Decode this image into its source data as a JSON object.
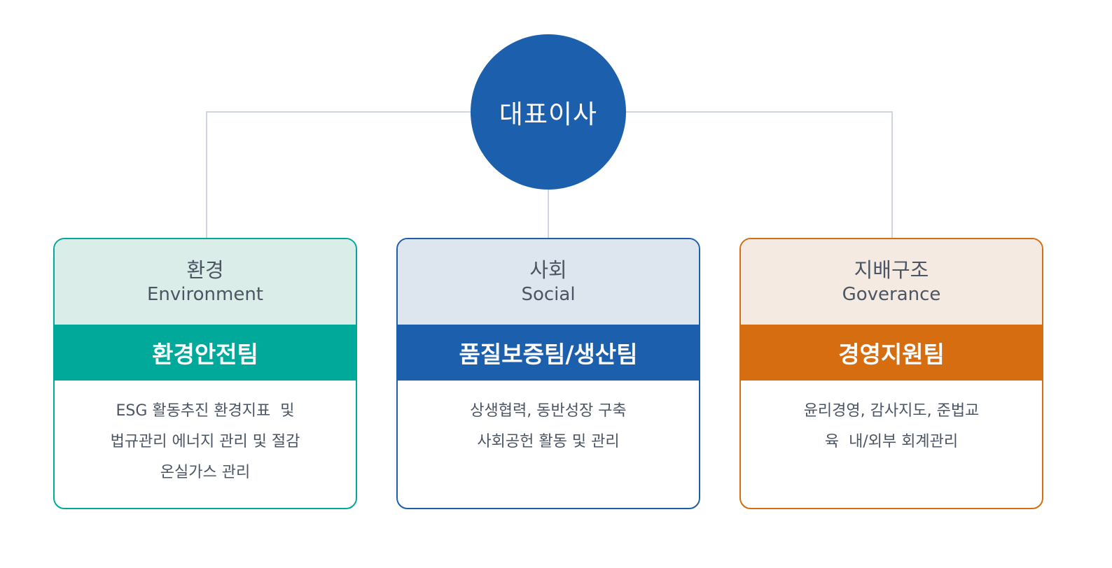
{
  "ceo": {
    "label": "대표이사"
  },
  "colors": {
    "ceo": "#1c5fad",
    "connector": "#cfd4de",
    "environment": "#00a99a",
    "environment_tint": "#dbede9",
    "social": "#1c5fad",
    "social_tint": "#dde6ef",
    "governance": "#d66d10",
    "governance_tint": "#f4eae1"
  },
  "branches": [
    {
      "title_ko": "환경",
      "title_en": "Environment",
      "team": "환경안전팀",
      "duties": [
        "ESG 활동추진 환경지표  및",
        "법규관리 에너지 관리 및 절감",
        "온실가스 관리"
      ]
    },
    {
      "title_ko": "사회",
      "title_en": "Social",
      "team": "품질보증팀/생산팀",
      "duties": [
        "상생협력, 동반성장 구축",
        "사회공헌 활동 및 관리"
      ]
    },
    {
      "title_ko": "지배구조",
      "title_en": "Goverance",
      "team": "경영지원팀",
      "duties": [
        "윤리경영, 감사지도, 준법교",
        "육  내/외부 회계관리"
      ]
    }
  ]
}
